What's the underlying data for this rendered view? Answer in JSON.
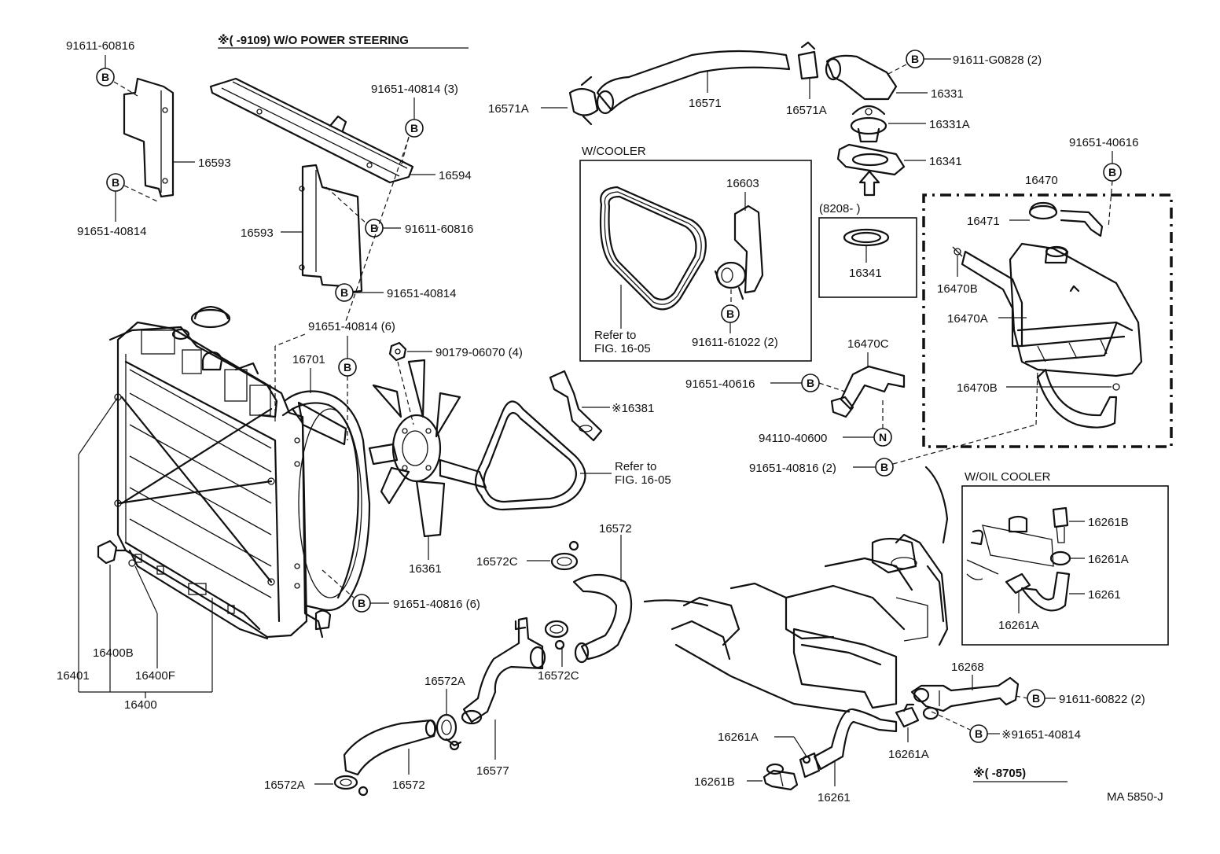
{
  "diagram": {
    "doc_code": "MA 5850-J",
    "notes": {
      "power_steering": "※(     -9109) W/O POWER STEERING",
      "date_8705": "※(     -8705)",
      "date_8208": "(8208-     )"
    },
    "boxes": {
      "cooler": "W/COOLER",
      "oil_cooler": "W/OIL COOLER"
    },
    "refers": {
      "refer_a": [
        "Refer to",
        "FIG. 16-05"
      ],
      "refer_b": [
        "Refer to",
        "FIG. 16-05"
      ]
    },
    "badges": {
      "b": "B",
      "n": "N"
    },
    "parts": {
      "p_91611_60816_top": "91611-60816",
      "p_16593_a": "16593",
      "p_91651_40814_left": "91651-40814",
      "p_91651_40814_3": "91651-40814 (3)",
      "p_16594": "16594",
      "p_16593_b": "16593",
      "p_91611_60816_mid": "91611-60816",
      "p_91651_40814_mid": "91651-40814",
      "p_91651_40814_6": "91651-40814 (6)",
      "p_16701": "16701",
      "p_90179_06070": "90179-06070 (4)",
      "p_16381": "※16381",
      "p_16361": "16361",
      "p_91651_40816_6": "91651-40816 (6)",
      "p_16400b": "16400B",
      "p_16400f": "16400F",
      "p_16401": "16401",
      "p_16400": "16400",
      "p_16571a_l": "16571A",
      "p_16571": "16571",
      "p_16571a_r": "16571A",
      "p_91611_g0828": "91611-G0828 (2)",
      "p_16331": "16331",
      "p_16331a": "16331A",
      "p_16341_top": "16341",
      "p_16341_box": "16341",
      "p_16603": "16603",
      "p_91611_61022": "91611-61022 (2)",
      "p_91651_40616_top": "91651-40616",
      "p_16470": "16470",
      "p_16471": "16471",
      "p_16470b_top": "16470B",
      "p_16470a": "16470A",
      "p_16470b_bot": "16470B",
      "p_16470c": "16470C",
      "p_91651_40616_mid": "91651-40616",
      "p_94110_40600": "94110-40600",
      "p_91651_40816_2": "91651-40816 (2)",
      "p_16261b_r": "16261B",
      "p_16261a_r1": "16261A",
      "p_16261_r": "16261",
      "p_16261a_r2": "16261A",
      "p_16572_top": "16572",
      "p_16572c_top": "16572C",
      "p_16572c_mid": "16572C",
      "p_16572a_mid": "16572A",
      "p_16577": "16577",
      "p_16572_bot": "16572",
      "p_16572a_bot": "16572A",
      "p_16268": "16268",
      "p_91611_60822": "91611-60822 (2)",
      "p_91651_40814_star": "※91651-40814",
      "p_16261a_bl": "16261A",
      "p_16261b_bl": "16261B",
      "p_16261_bot": "16261",
      "p_16261a_bc": "16261A"
    }
  }
}
